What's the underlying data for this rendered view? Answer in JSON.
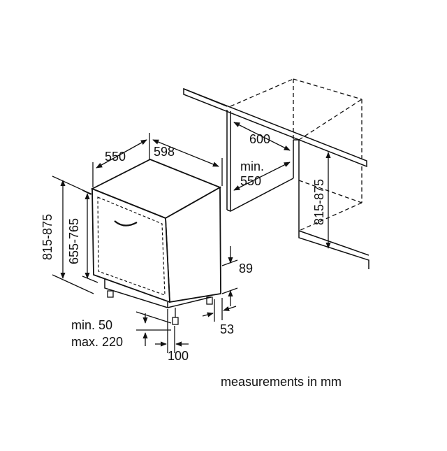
{
  "labels": {
    "d550": "550",
    "d598": "598",
    "d600": "600",
    "min550_a": "min.",
    "min550_b": "550",
    "h815_875_left": "815-875",
    "h655_765": "655-765",
    "h815_875_right": "815-875",
    "d89": "89",
    "d53": "53",
    "min50": "min. 50",
    "max220": "max. 220",
    "d100": "100",
    "caption": "measurements in mm"
  }
}
